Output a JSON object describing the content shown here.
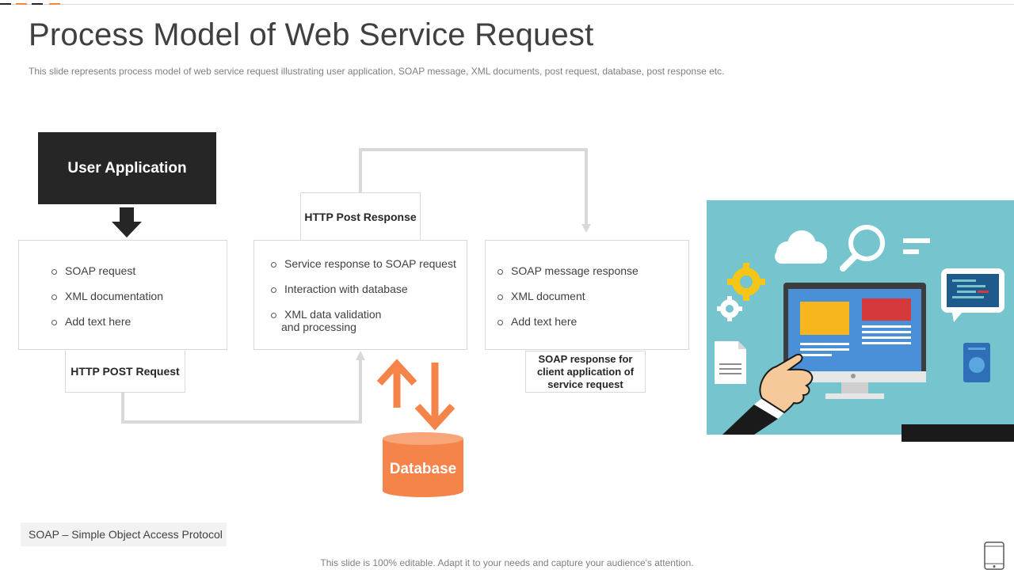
{
  "header": {
    "title": "Process Model of Web Service Request",
    "subtitle": "This slide represents process model of web service request illustrating user application, SOAP message, XML documents, post request, database, post response etc."
  },
  "diagram": {
    "user_application": "User Application",
    "left_card": [
      "SOAP request",
      "XML  documentation",
      "Add text here"
    ],
    "middle_card": [
      "Service  response to SOAP request",
      "Interaction  with  database",
      "XML  data validation"
    ],
    "middle_card_extra": "and processing",
    "right_card": [
      "SOAP message  response",
      "XML  document",
      "Add text here"
    ],
    "http_post_request": "HTTP POST Request",
    "http_post_response": "HTTP Post Response",
    "soap_response": "SOAP response  for client application of service request",
    "database": "Database"
  },
  "abbreviation": "SOAP – Simple Object Access Protocol",
  "footer": "This slide is 100% editable. Adapt it to your needs and capture your audience's attention.",
  "colors": {
    "accent": "#f4844a",
    "dark": "#262626",
    "connector": "#d9d9d9",
    "illustration_bg": "#75c4ce"
  },
  "icons": [
    "cloud-icon",
    "magnifier-icon",
    "gear-icon",
    "monitor-icon",
    "chat-bubble-icon",
    "document-icon",
    "phone-icon",
    "pointing-hand-icon",
    "tablet-icon"
  ]
}
